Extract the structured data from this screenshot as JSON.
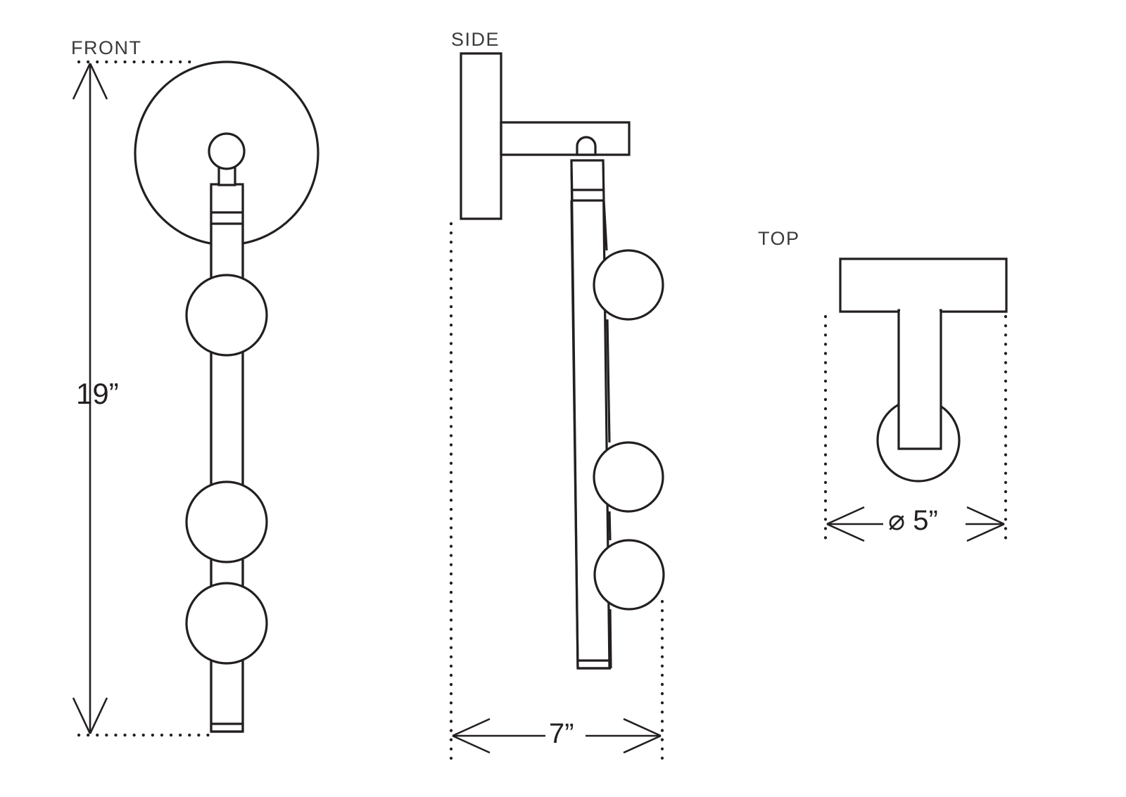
{
  "drawing": {
    "title_views": {
      "front": "FRONT",
      "side": "SIDE",
      "top": "TOP"
    },
    "dimensions": {
      "height": "19”",
      "depth": "7”",
      "diameter": "⌀ 5”",
      "diameter_symbol": "⌀",
      "diameter_value": "5”"
    },
    "colors": {
      "background": "#ffffff",
      "line": "#231f20",
      "label": "#3a3a3c"
    },
    "object": {
      "type": "wall sconce",
      "parts": [
        "round wall plate",
        "ball finial",
        "neck",
        "collar socket",
        "vertical rod",
        "glass globe",
        "glass globe",
        "glass globe",
        "rod end cap"
      ],
      "globe_count": 3
    }
  },
  "chart_data": {
    "type": "table",
    "title": "Wall sconce orthographic dimension drawing",
    "views": [
      {
        "name": "FRONT",
        "dimension_label": "19”",
        "dimension_axis": "vertical",
        "features": [
          "backplate circle",
          "finial ball",
          "socket collar",
          "rod",
          "3 globes",
          "end cap"
        ]
      },
      {
        "name": "SIDE",
        "dimension_label": "7”",
        "dimension_axis": "horizontal",
        "features": [
          "wall plate",
          "horizontal arm",
          "pivot joint",
          "rod",
          "3 globes",
          "end cap"
        ]
      },
      {
        "name": "TOP",
        "dimension_label": "⌀ 5”",
        "dimension_axis": "horizontal",
        "features": [
          "plate bar",
          "arm stem",
          "globe circle"
        ]
      }
    ]
  }
}
